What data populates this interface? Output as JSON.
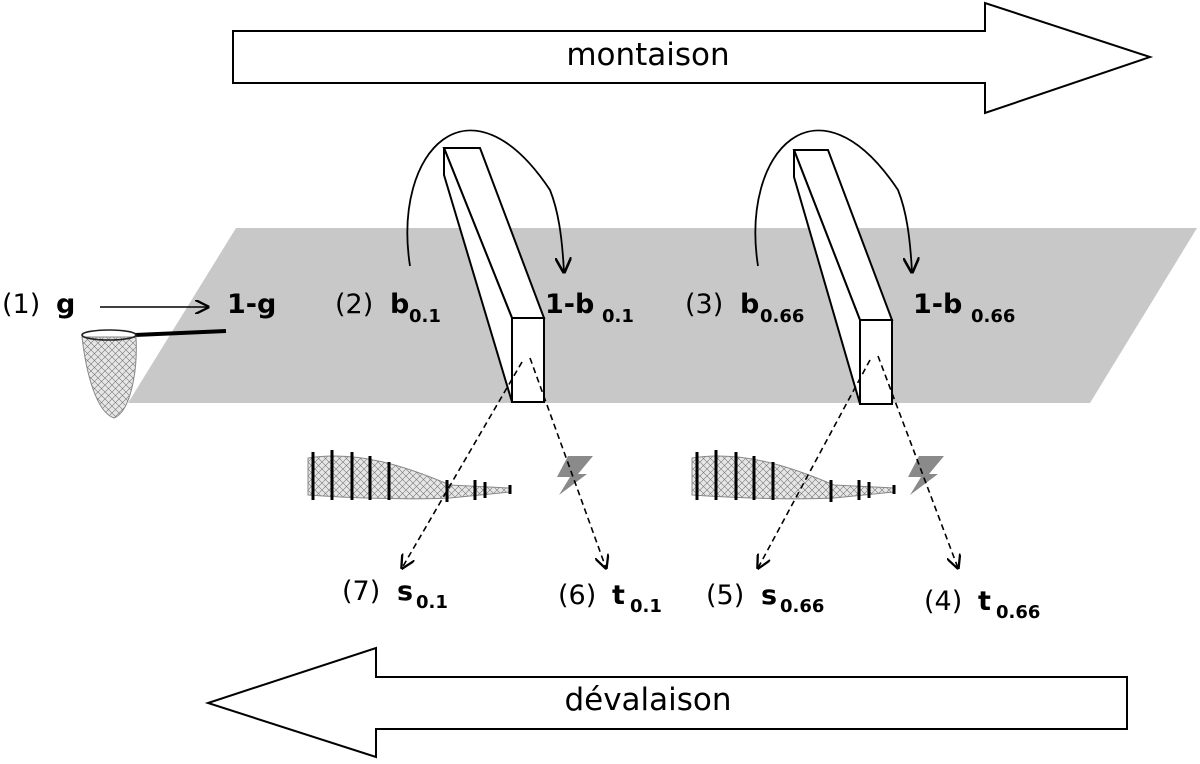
{
  "arrows": {
    "upstream": "montaison",
    "downstream": "dévalaison"
  },
  "capture": {
    "step": "(1)",
    "in": "g",
    "out": "1-g"
  },
  "dams": [
    {
      "pass_step": "(2)",
      "pass_var": "b",
      "pass_sub": "0.1",
      "fail_prefix": "1-b",
      "fail_sub": "0.1",
      "s_step": "(7)",
      "s_var": "s",
      "s_sub": "0.1",
      "t_step": "(6)",
      "t_var": "t",
      "t_sub": "0.1"
    },
    {
      "pass_step": "(3)",
      "pass_var": "b",
      "pass_sub": "0.66",
      "fail_prefix": "1-b",
      "fail_sub": "0.66",
      "s_step": "(5)",
      "s_var": "s",
      "s_sub": "0.66",
      "t_step": "(4)",
      "t_var": "t",
      "t_sub": "0.66"
    }
  ],
  "colors": {
    "river": "#c8c8c8",
    "lightning": "#8a8a8a",
    "stroke": "#000000",
    "fill": "#ffffff"
  }
}
